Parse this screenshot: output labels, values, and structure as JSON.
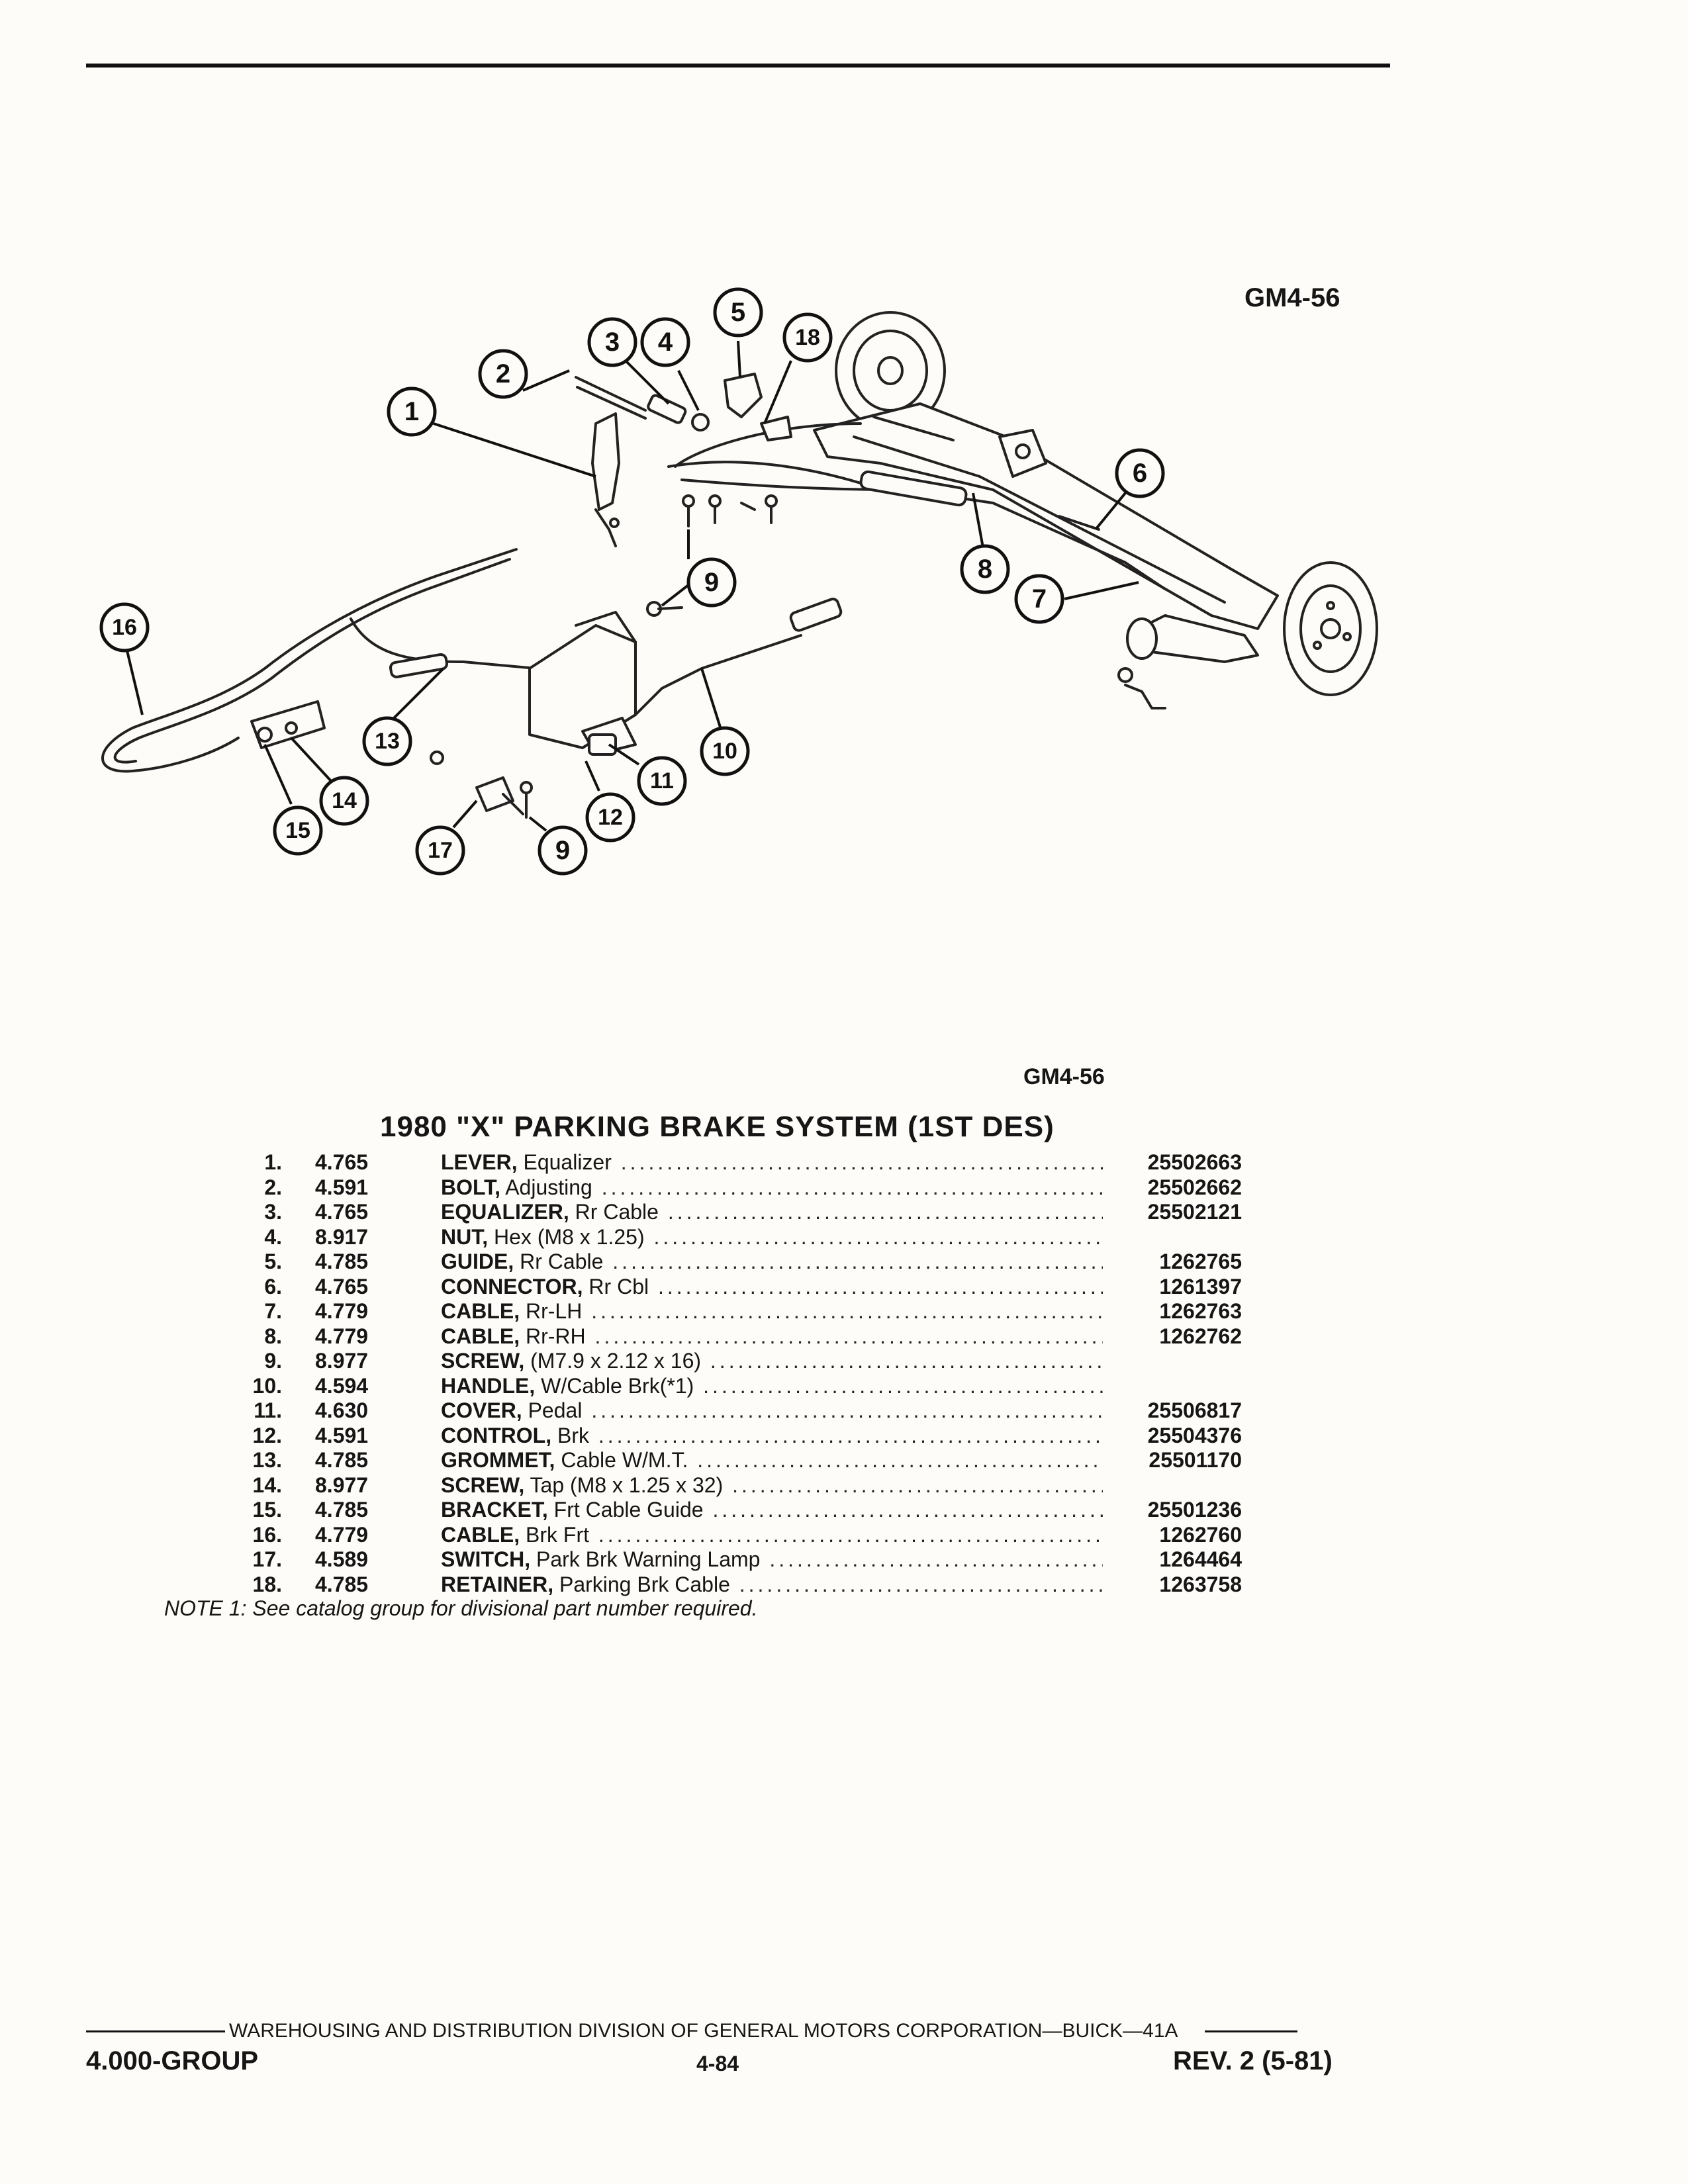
{
  "figure_code_top": "GM4-56",
  "figure_code_bottom": "GM4-56",
  "callouts": [
    "1",
    "2",
    "3",
    "4",
    "5",
    "18",
    "6",
    "9",
    "8",
    "7",
    "16",
    "13",
    "10",
    "14",
    "11",
    "12",
    "15",
    "17",
    "9"
  ],
  "parts_title": "1980 \"X\" PARKING BRAKE SYSTEM (1ST DES)",
  "parts": [
    {
      "num": "1.",
      "group": "4.765",
      "name": "LEVER,",
      "desc": "Equalizer",
      "part_no": "25502663"
    },
    {
      "num": "2.",
      "group": "4.591",
      "name": "BOLT,",
      "desc": "Adjusting",
      "part_no": "25502662"
    },
    {
      "num": "3.",
      "group": "4.765",
      "name": "EQUALIZER,",
      "desc": "Rr Cable",
      "part_no": "25502121"
    },
    {
      "num": "4.",
      "group": "8.917",
      "name": "NUT,",
      "desc": "Hex (M8 x 1.25)",
      "part_no": ""
    },
    {
      "num": "5.",
      "group": "4.785",
      "name": "GUIDE,",
      "desc": "Rr Cable",
      "part_no": "1262765"
    },
    {
      "num": "6.",
      "group": "4.765",
      "name": "CONNECTOR,",
      "desc": "Rr Cbl",
      "part_no": "1261397"
    },
    {
      "num": "7.",
      "group": "4.779",
      "name": "CABLE,",
      "desc": "Rr-LH",
      "part_no": "1262763"
    },
    {
      "num": "8.",
      "group": "4.779",
      "name": "CABLE,",
      "desc": "Rr-RH",
      "part_no": "1262762"
    },
    {
      "num": "9.",
      "group": "8.977",
      "name": "SCREW,",
      "desc": "(M7.9 x 2.12 x 16)",
      "part_no": ""
    },
    {
      "num": "10.",
      "group": "4.594",
      "name": "HANDLE,",
      "desc": "W/Cable Brk(*1)",
      "part_no": ""
    },
    {
      "num": "11.",
      "group": "4.630",
      "name": "COVER,",
      "desc": "Pedal",
      "part_no": "25506817"
    },
    {
      "num": "12.",
      "group": "4.591",
      "name": "CONTROL,",
      "desc": "Brk",
      "part_no": "25504376"
    },
    {
      "num": "13.",
      "group": "4.785",
      "name": "GROMMET,",
      "desc": "Cable W/M.T.",
      "part_no": "25501170"
    },
    {
      "num": "14.",
      "group": "8.977",
      "name": "SCREW,",
      "desc": "Tap (M8 x 1.25 x 32)",
      "part_no": ""
    },
    {
      "num": "15.",
      "group": "4.785",
      "name": "BRACKET,",
      "desc": "Frt Cable Guide",
      "part_no": "25501236"
    },
    {
      "num": "16.",
      "group": "4.779",
      "name": "CABLE,",
      "desc": "Brk Frt",
      "part_no": "1262760"
    },
    {
      "num": "17.",
      "group": "4.589",
      "name": "SWITCH,",
      "desc": "Park Brk Warning Lamp",
      "part_no": "1264464"
    },
    {
      "num": "18.",
      "group": "4.785",
      "name": "RETAINER,",
      "desc": "Parking Brk Cable",
      "part_no": "1263758"
    }
  ],
  "note": "NOTE 1: See catalog group for divisional part number required.",
  "footer": {
    "line1": "WAREHOUSING AND DISTRIBUTION  DIVISION OF GENERAL MOTORS CORPORATION—BUICK—41A",
    "left": "4.000-GROUP",
    "center": "4-84",
    "right": "REV. 2 (5-81)"
  }
}
